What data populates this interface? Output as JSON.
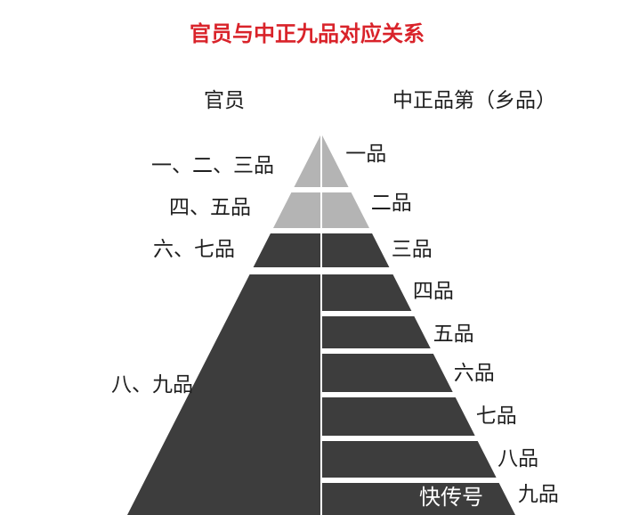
{
  "title": "官员与中正九品对应关系",
  "headers": {
    "left": "官员",
    "right": "中正品第（乡品）"
  },
  "colors": {
    "title": "#d9232a",
    "light_tier": "#b4b4b4",
    "dark_tier": "#3d3d3d",
    "gap": "#ffffff"
  },
  "official_ranks": [
    {
      "label": "一、二、三品",
      "tone": "light"
    },
    {
      "label": "四、五品",
      "tone": "light"
    },
    {
      "label": "六、七品",
      "tone": "dark"
    },
    {
      "label": "八、九品",
      "tone": "dark"
    }
  ],
  "zhongzheng_grades": [
    {
      "label": "一品"
    },
    {
      "label": "二品"
    },
    {
      "label": "三品"
    },
    {
      "label": "四品"
    },
    {
      "label": "五品"
    },
    {
      "label": "六品"
    },
    {
      "label": "七品"
    },
    {
      "label": "八品"
    },
    {
      "label": "九品"
    }
  ],
  "watermark": "快传号"
}
